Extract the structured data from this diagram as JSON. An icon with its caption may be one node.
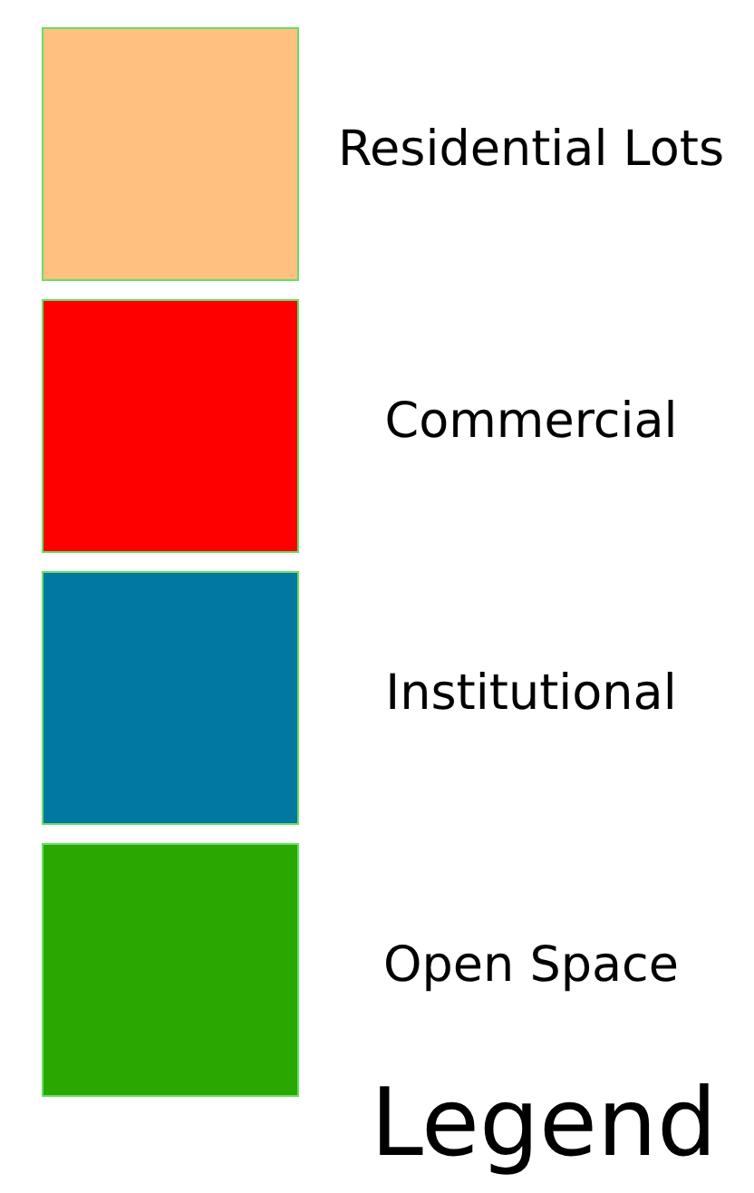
{
  "diagram": {
    "caption": "Legend",
    "legend": [
      {
        "text": "Residential Lots",
        "color": "#ffc080"
      },
      {
        "text": "Commercial",
        "color": "#ff0000"
      },
      {
        "text": "Institutional",
        "color": "#0078a0"
      },
      {
        "text": "Open Space",
        "color": "#28a800"
      }
    ]
  }
}
